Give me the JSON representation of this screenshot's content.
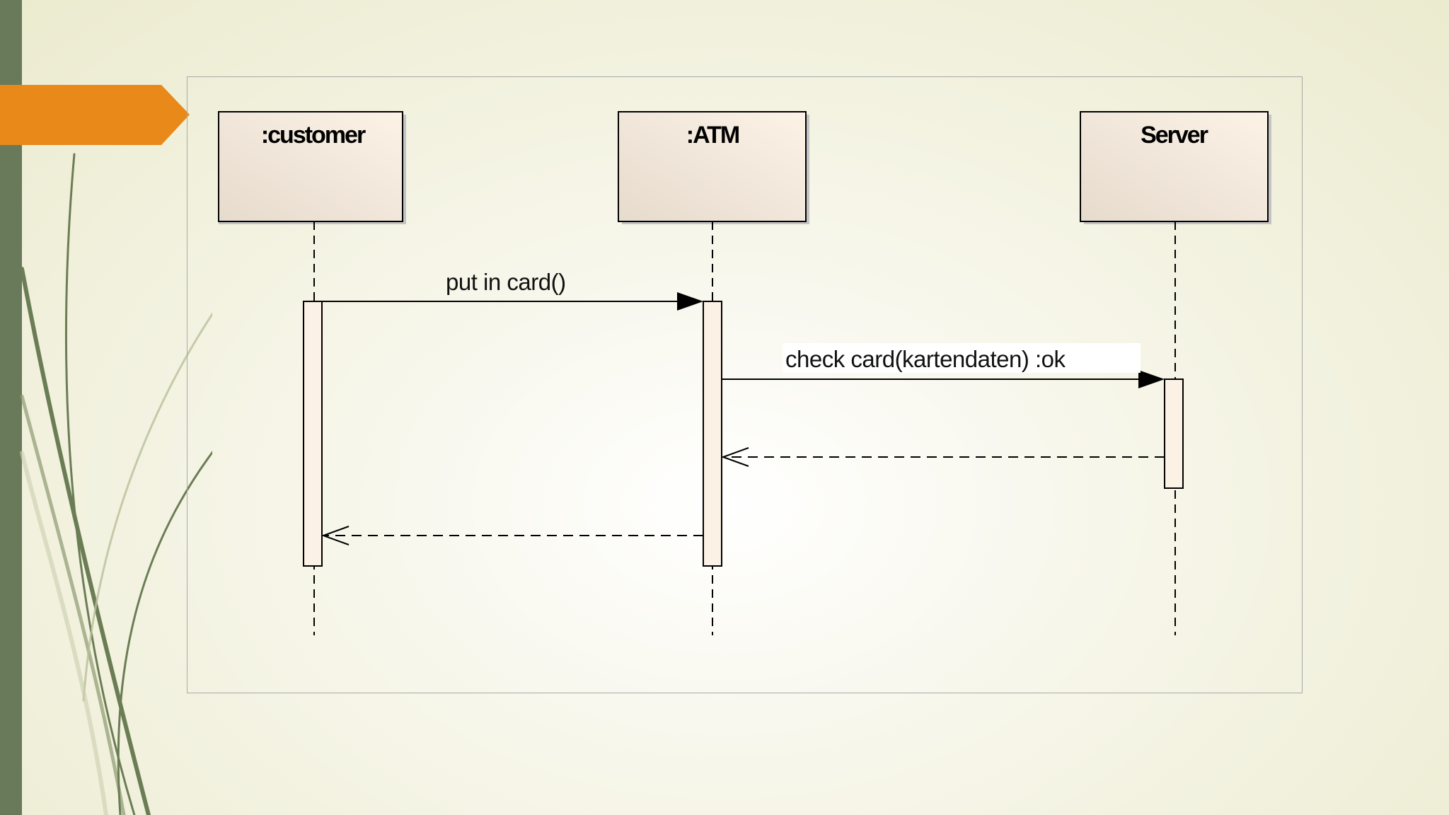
{
  "diagram": {
    "lifelines": [
      {
        "id": "customer",
        "label": ":customer"
      },
      {
        "id": "atm",
        "label": ":ATM"
      },
      {
        "id": "server",
        "label": "Server"
      }
    ],
    "messages": [
      {
        "label": "put in card()",
        "from": "customer",
        "to": "atm",
        "type": "sync"
      },
      {
        "label": "check card(kartendaten) :ok",
        "from": "atm",
        "to": "server",
        "type": "sync"
      },
      {
        "label": "",
        "from": "server",
        "to": "atm",
        "type": "return"
      },
      {
        "label": "",
        "from": "atm",
        "to": "customer",
        "type": "return"
      }
    ]
  },
  "colors": {
    "accent": "#e8891a",
    "sidebar": "#687a59",
    "box_fill_light": "#fbf1e5",
    "box_fill_dark": "#e9ded2"
  }
}
